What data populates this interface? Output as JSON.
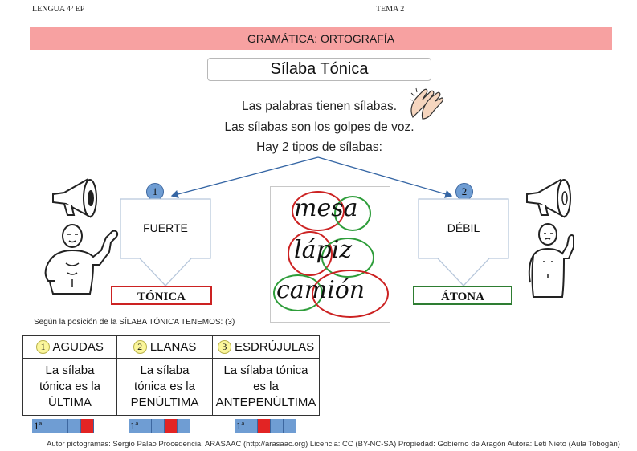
{
  "header": {
    "left": "LENGUA 4º EP",
    "right": "TEMA 2"
  },
  "banner": "GRAMÁTICA: ORTOGRAFÍA",
  "title": "Sílaba Tónica",
  "intro": {
    "line1": "Las palabras tienen sílabas.",
    "line2": "Las sílabas son los golpes de voz.",
    "line3_prefix": "Hay ",
    "line3_underlined": "2 tipos",
    "line3_suffix": " de sílabas:"
  },
  "left_type": {
    "number": "1",
    "label": "FUERTE",
    "result": "TÓNICA"
  },
  "right_type": {
    "number": "2",
    "label": "DÉBIL",
    "result": "ÁTONA"
  },
  "examples": [
    "mesa",
    "lápiz",
    "camión"
  ],
  "position_note": "Según la posición de la SÍLABA TÓNICA TENEMOS: (3)",
  "table": [
    {
      "num": "1",
      "name": "AGUDAS",
      "desc1": "La sílaba",
      "desc2": "tónica es la",
      "desc3": "ÚLTIMA"
    },
    {
      "num": "2",
      "name": "LLANAS",
      "desc1": "La sílaba",
      "desc2": "tónica es la",
      "desc3": "PENÚLTIMA"
    },
    {
      "num": "3",
      "name": "ESDRÚJULAS",
      "desc1": "La sílaba tónica",
      "desc2": "es la",
      "desc3": "ANTEPENÚLTIMA"
    }
  ],
  "strip_label": "1ª",
  "footer": "Autor pictogramas: Sergio Palao Procedencia: ARASAAC (http://arasaac.org) Licencia: CC (BY-NC-SA) Propiedad: Gobierno de Aragón Autora: Leti Nieto (Aula Tobogán)",
  "colors": {
    "banner": "#f7a1a1",
    "strong": "#cc2222",
    "weak": "#2e7d32",
    "number_circle": "#6f9dd3",
    "highlight": "#fbf69b"
  }
}
